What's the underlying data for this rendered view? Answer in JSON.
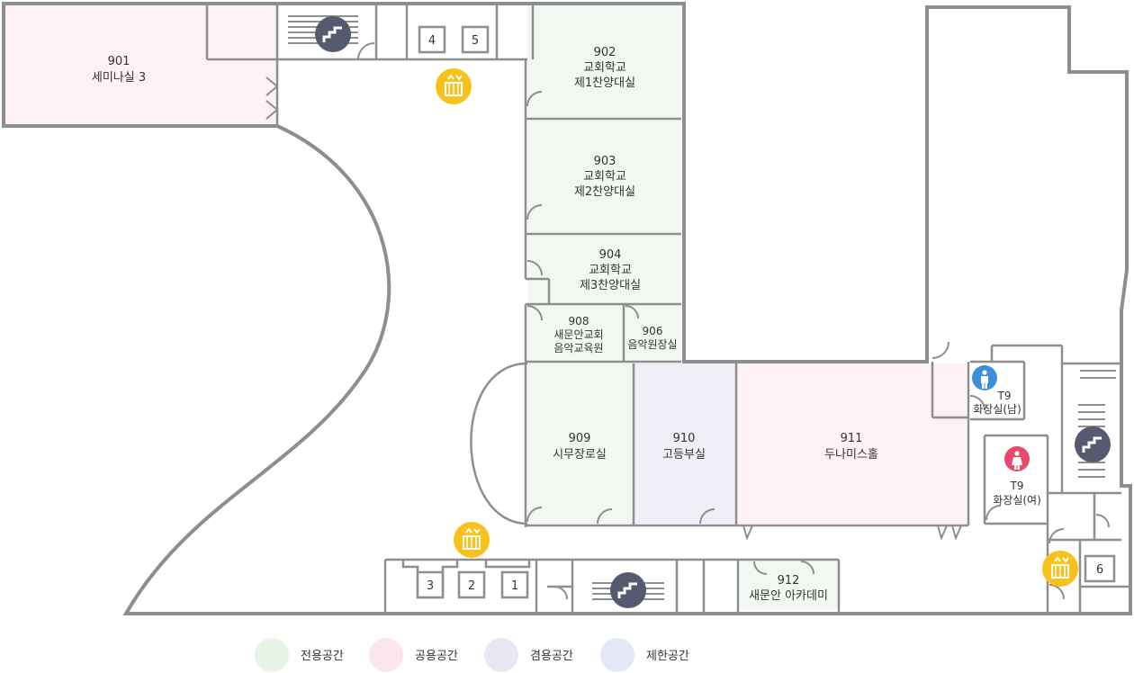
{
  "colors": {
    "exclusive": "#f1f8f1",
    "public": "#fdf1f4",
    "shared": "#f1eef8",
    "restricted": "#e9eef8",
    "wall": "#8e8e8e",
    "stairs_icon": "#555a6e",
    "elevator_icon": "#f7c21b",
    "restroom_male": "#3e8fd8",
    "restroom_female": "#e84a6b"
  },
  "rooms": {
    "r901": {
      "number": "901",
      "name": "세미나실 3"
    },
    "r902": {
      "number": "902",
      "line1": "교회학교",
      "line2": "제1찬양대실"
    },
    "r903": {
      "number": "903",
      "line1": "교회학교",
      "line2": "제2찬양대실"
    },
    "r904": {
      "number": "904",
      "line1": "교회학교",
      "line2": "제3찬양대실"
    },
    "r908": {
      "number": "908",
      "line1": "새문안교회",
      "line2": "음악교육원"
    },
    "r906": {
      "number": "906",
      "name": "음악원장실"
    },
    "r909": {
      "number": "909",
      "name": "시무장로실"
    },
    "r910": {
      "number": "910",
      "name": "고등부실"
    },
    "r911": {
      "number": "911",
      "name": "두나미스홀"
    },
    "r912": {
      "number": "912",
      "name": "새문안 아카데미"
    }
  },
  "restrooms": {
    "male": {
      "code": "T9",
      "name": "화장실(남)"
    },
    "female": {
      "code": "T9",
      "name": "화장실(여)"
    }
  },
  "elevators": [
    "1",
    "2",
    "3",
    "4",
    "5",
    "6"
  ],
  "legend": [
    {
      "label": "전용공간",
      "color": "#e8f3e8"
    },
    {
      "label": "공용공간",
      "color": "#fbe6ec"
    },
    {
      "label": "겸용공간",
      "color": "#ebe6f4"
    },
    {
      "label": "제한공간",
      "color": "#e3e8f4"
    }
  ]
}
